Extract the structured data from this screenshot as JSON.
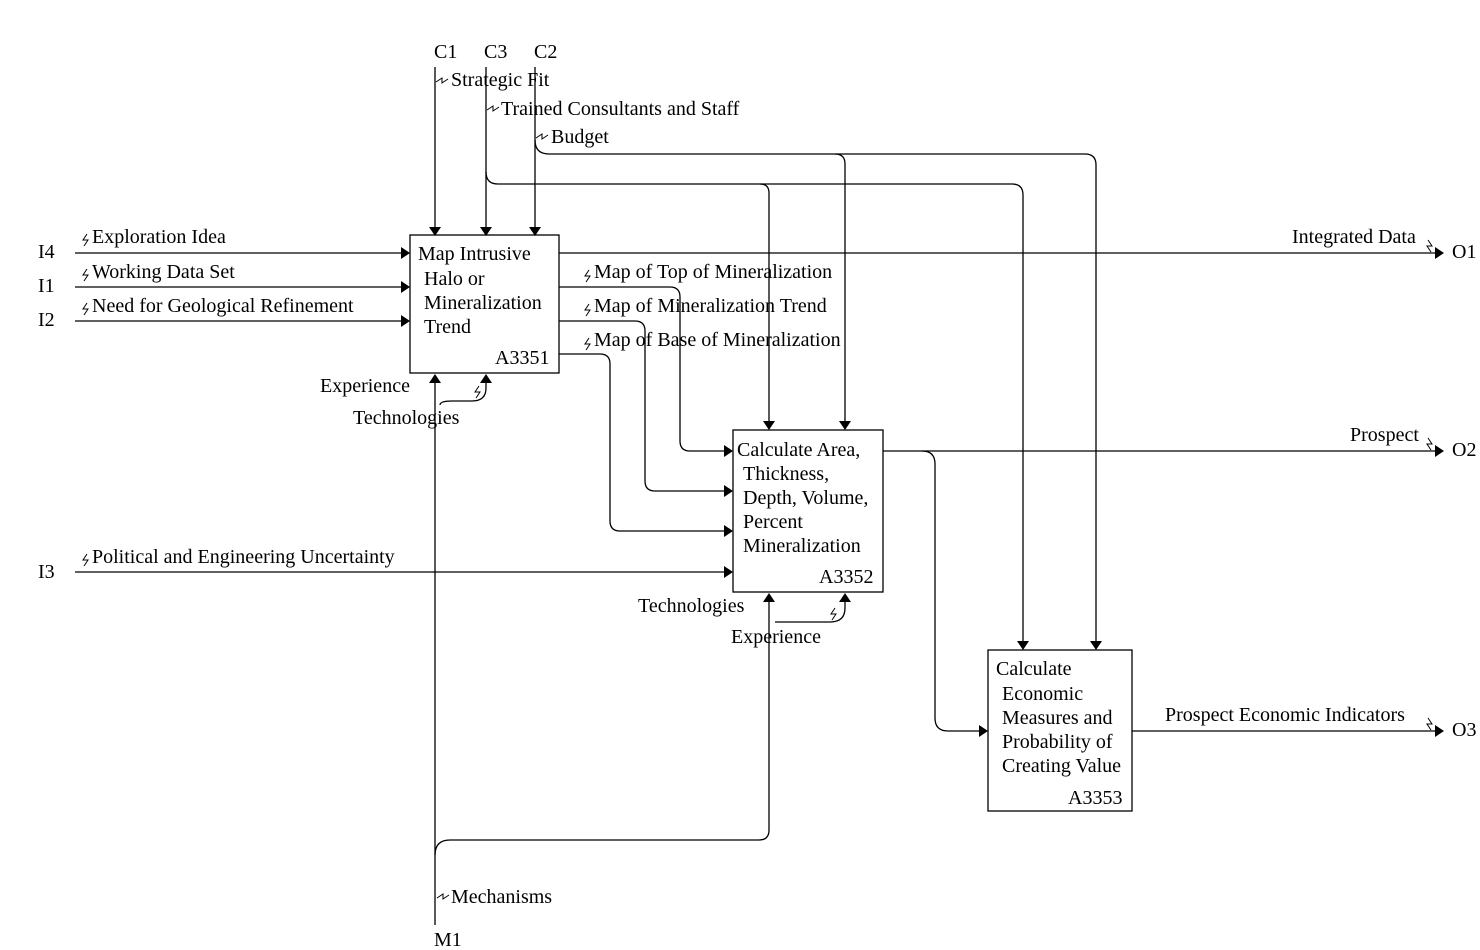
{
  "diagram": {
    "boxes": [
      {
        "id": "A3351",
        "lines": [
          "Map Intrusive",
          "Halo or",
          "Mineralization",
          "Trend"
        ],
        "code": "A3351"
      },
      {
        "id": "A3352",
        "lines": [
          "Calculate Area,",
          "Thickness,",
          "Depth, Volume,",
          "Percent",
          "Mineralization"
        ],
        "code": "A3352"
      },
      {
        "id": "A3353",
        "lines": [
          "Calculate",
          "Economic",
          "Measures and",
          "Probability of",
          "Creating Value"
        ],
        "code": "A3353"
      }
    ],
    "tunnel_codes": {
      "c1": "C1",
      "c3": "C3",
      "c2": "C2",
      "i4": "I4",
      "i1": "I1",
      "i2": "I2",
      "i3": "I3",
      "o1": "O1",
      "o2": "O2",
      "o3": "O3",
      "m1": "M1"
    },
    "arrow_labels": {
      "strategic_fit": "Strategic Fit",
      "trained_staff": "Trained Consultants and Staff",
      "budget": "Budget",
      "exploration_idea": "Exploration Idea",
      "working_data_set": "Working Data Set",
      "need_refinement": "Need for Geological Refinement",
      "political_uncertainty": "Political and Engineering Uncertainty",
      "integrated_data": "Integrated Data",
      "map_top": "Map of Top of Mineralization",
      "map_trend": "Map of Mineralization Trend",
      "map_base": "Map of Base of Mineralization",
      "prospect": "Prospect",
      "prospect_econ": "Prospect Economic Indicators",
      "experience_1": "Experience",
      "technologies_1": "Technologies",
      "technologies_2": "Technologies",
      "experience_2": "Experience",
      "mechanisms": "Mechanisms"
    }
  }
}
